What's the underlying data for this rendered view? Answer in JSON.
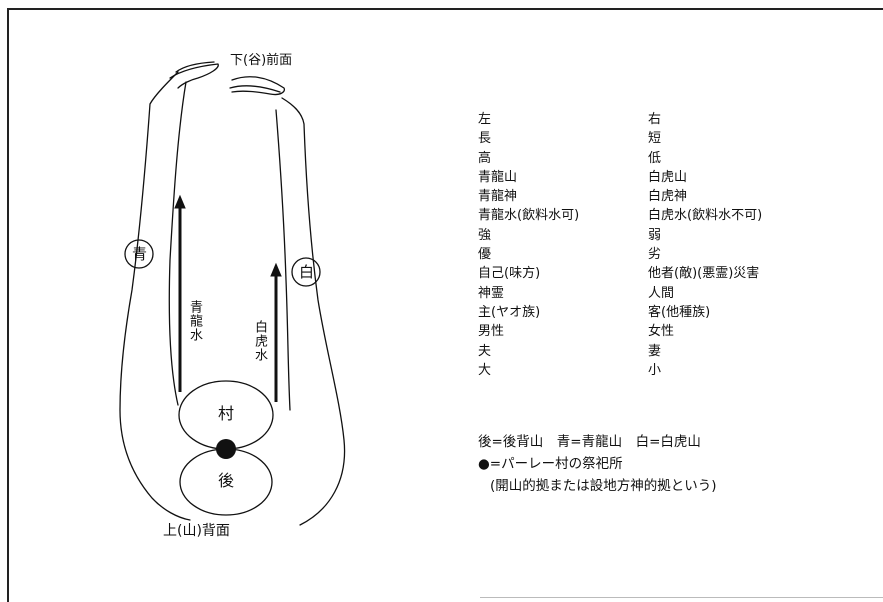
{
  "diagram": {
    "top_label": "下(谷)前面",
    "bottom_label": "上(山)背面",
    "left_circle": "青",
    "right_circle": "白",
    "left_stream": "青龍水",
    "right_stream": "白虎水",
    "village": "村",
    "back": "後"
  },
  "pairs": {
    "left": [
      "左",
      "長",
      "高",
      "青龍山",
      "青龍神",
      "青龍水(飲料水可)",
      "強",
      "優",
      "自己(味方)",
      "神霊",
      "主(ヤオ族)",
      "男性",
      "夫",
      "大"
    ],
    "right": [
      "右",
      "短",
      "低",
      "白虎山",
      "白虎神",
      "白虎水(飲料水不可)",
      "弱",
      "劣",
      "他者(敵)(悪霊)災害",
      "人間",
      "客(他種族)",
      "女性",
      "妻",
      "小"
    ]
  },
  "legend": {
    "abbreviations": "後=後背山　青=青龍山　白=白虎山",
    "dot_symbol": "●",
    "dot_meaning": "=パーレー村の祭祀所",
    "note": "(開山的拠または設地方神的拠という)"
  }
}
